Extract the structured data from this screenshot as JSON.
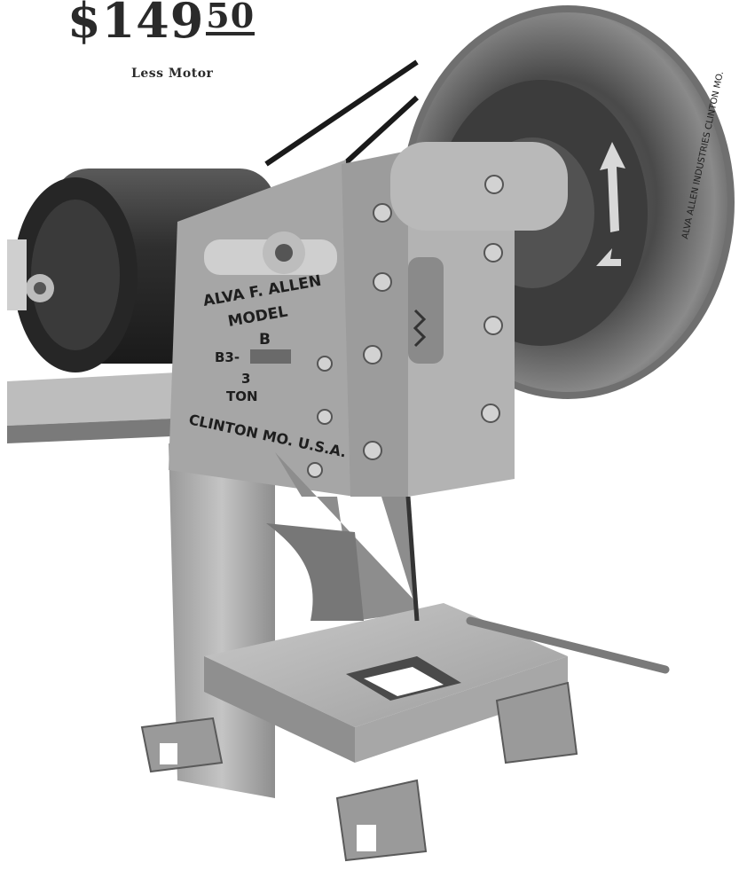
{
  "price": {
    "dollars": "$149",
    "cents": "50"
  },
  "note": "Less Motor",
  "machine_casting": {
    "line1": "ALVA F. ALLEN",
    "line2": "MODEL",
    "line3": "B",
    "line4": "B3-",
    "line5": "3",
    "line6": "TON",
    "line7": "CLINTON MO. U.S.A."
  },
  "flywheel_rim_text": "ALVA ALLEN INDUSTRIES CLINTON MO.",
  "colors": {
    "ink": "#2a2a2a",
    "metal_light": "#b9b9b9",
    "metal_mid": "#8c8c8c",
    "metal_dark": "#3a3a3a",
    "background": "#ffffff"
  }
}
